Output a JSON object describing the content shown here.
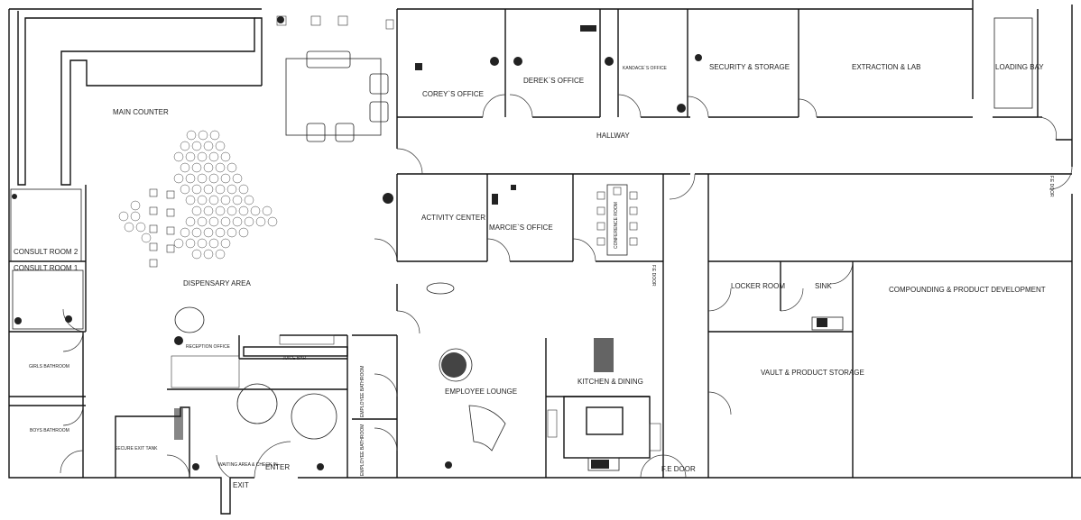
{
  "labels": {
    "main_counter": "MAIN COUNTER",
    "corey_office": "COREY`S OFFICE",
    "derek_office": "DEREK`S OFFICE",
    "kandace_office": "KANDACE`S OFFICE",
    "security_storage": "SECURITY & STORAGE",
    "extraction_lab": "EXTRACTION & LAB",
    "loading_bay": "LOADING BAY",
    "hallway": "HALLWAY",
    "fe_door_right": "F.E DOOR",
    "activity_center": "ACTIVITY CENTER",
    "marcie_office": "MARCIE`S OFFICE",
    "conference_room": "CONFERENCE ROOM",
    "fe_door_mid": "F.E DOOR",
    "consult_room_2": "CONSULT ROOM 2",
    "consult_room_1": "CONSULT ROOM 1",
    "dispensary_area": "DISPENSARY AREA",
    "locker_room": "LOCKER ROOM",
    "sink": "SINK",
    "compounding": "COMPOUNDING & PRODUCT DEVELOPMENT",
    "vault": "VAULT & PRODUCT STORAGE",
    "reception_office": "RECEPTION OFFICE",
    "juice_bar": "JUICE BAR",
    "employee_lounge": "EMPLOYEE LOUNGE",
    "kitchen_dining": "KITCHEN & DINING",
    "girls_bathroom": "GIRLS BATHROOM",
    "boys_bathroom": "BOYS BATHROOM",
    "secure_exit_tank": "SECURE EXIT TANK",
    "waiting_area": "WAITING AREA & CHECK IN",
    "enter": "ENTER",
    "exit": "EXIT",
    "fe_door_bottom": "F.E DOOR",
    "employee_bathroom_a": "EMPLOYEE BATHROOM",
    "employee_bathroom_b": "EMPLOYEE BATHROOM"
  }
}
